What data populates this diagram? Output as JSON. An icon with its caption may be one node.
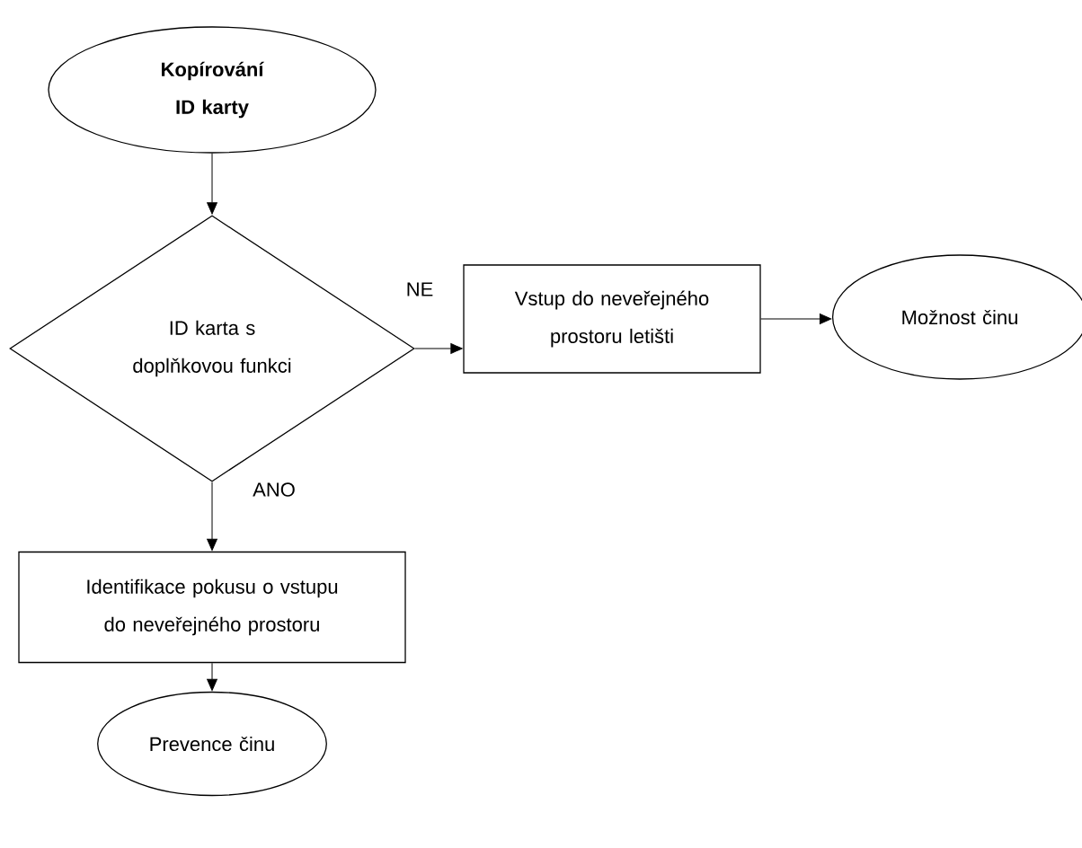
{
  "diagram": {
    "nodes": [
      {
        "text": [
          "Kopírování ID karty"
        ]
      },
      {
        "text": [
          "ID karta s doplňkovou funkci"
        ]
      },
      {
        "text": [
          "Vstup do neveřejného prostoru letišti"
        ]
      },
      {
        "text": [
          "Možnost činu"
        ]
      },
      {
        "text": [
          "Identifikace pokusu o vstupu do neveřejného prostoru"
        ]
      },
      {
        "text": [
          "Prevence činu"
        ]
      }
    ],
    "edges": [
      {
        "from": 0,
        "to": 1,
        "arrow": "to"
      },
      {
        "from": 1,
        "to": 2,
        "arrow": "to",
        "label": "NE"
      },
      {
        "from": 2,
        "to": 3,
        "arrow": "to"
      },
      {
        "from": 1,
        "to": 4,
        "arrow": "to",
        "label": "ANO"
      },
      {
        "from": 4,
        "to": 5,
        "arrow": "to"
      }
    ]
  }
}
